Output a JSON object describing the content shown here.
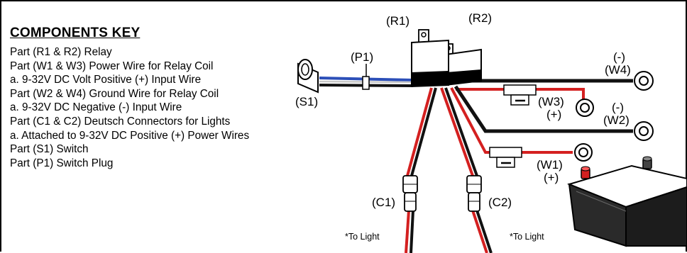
{
  "key": {
    "title": "COMPONENTS KEY",
    "lines": [
      "Part  (R1 & R2)  Relay",
      "Part  (W1 & W3) Power Wire for Relay Coil",
      "a. 9-32V DC Volt Positive (+) Input Wire",
      "Part  (W2 & W4) Ground Wire for Relay Coil",
      "a. 9-32V DC Negative (-) Input Wire",
      "Part  (C1 & C2)  Deutsch Connectors for Lights",
      "a. Attached to 9-32V DC Positive (+) Power Wires",
      "Part  (S1) Switch",
      "Part  (P1) Switch Plug"
    ]
  },
  "labels": {
    "r1": "(R1)",
    "r2": "(R2)",
    "p1": "(P1)",
    "s1": "(S1)",
    "w4_sign": "(-)",
    "w4": "(W4)",
    "w3": "(W3)",
    "w3_sign": "(+)",
    "w2_sign": "(-)",
    "w2": "(W2)",
    "w1": "(W1)",
    "w1_sign": "(+)",
    "c1": "(C1)",
    "c2": "(C2)",
    "to_light_left": "*To Light",
    "to_light_right": "*To Light"
  },
  "colors": {
    "wire_red": "#d42020",
    "wire_black": "#111111",
    "wire_blue": "#2c4fb8",
    "battery_body": "#2a2a2a",
    "battery_top": "#ffffff"
  }
}
